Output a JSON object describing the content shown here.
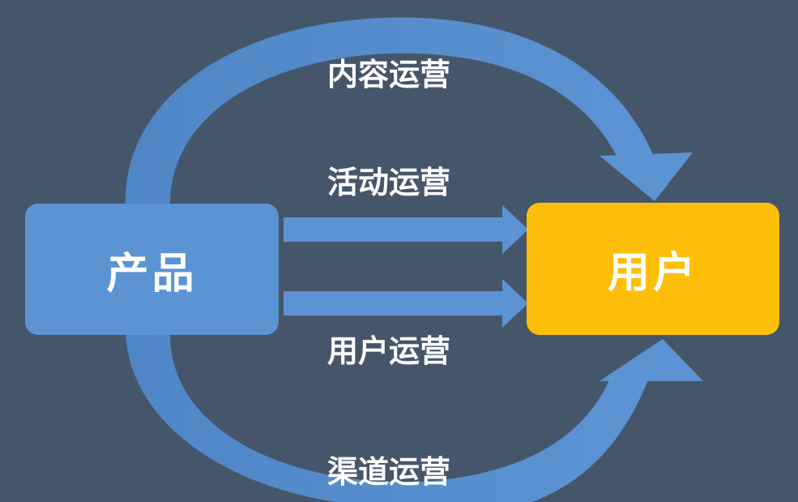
{
  "nodes": {
    "product": "产品",
    "user": "用户"
  },
  "labels": {
    "content_operation": "内容运营",
    "activity_operation": "活动运营",
    "user_operation": "用户运营",
    "channel_operation": "渠道运营"
  },
  "colors": {
    "background": "#46566a",
    "arrow": "#5b93d3",
    "product_box": "#5b93d3",
    "user_box": "#fdbf0a",
    "text": "#ffffff"
  }
}
